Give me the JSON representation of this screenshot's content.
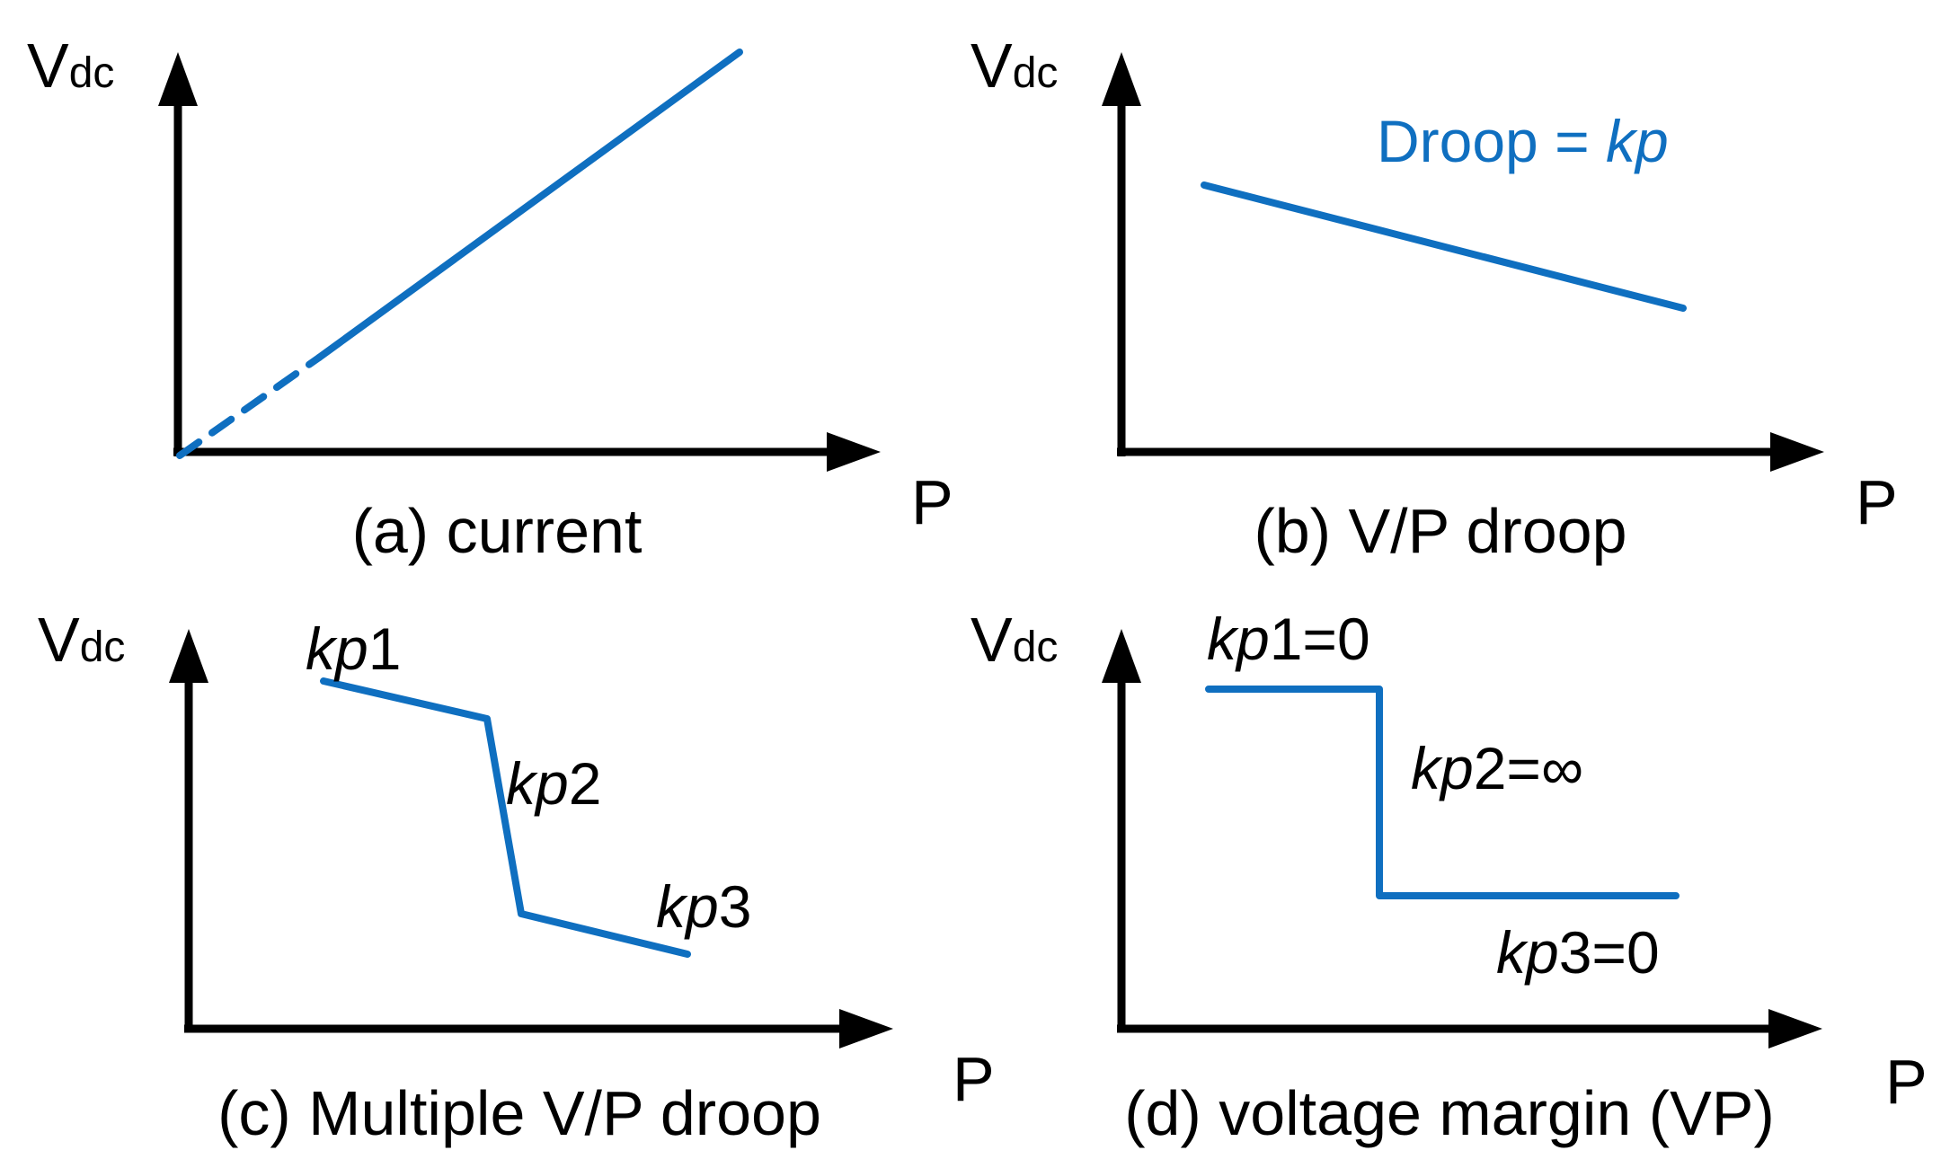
{
  "panels": {
    "a": {
      "y_axis_main": "V",
      "y_axis_sub": "dc",
      "x_axis": "P",
      "caption": "(a) current"
    },
    "b": {
      "y_axis_main": "V",
      "y_axis_sub": "dc",
      "x_axis": "P",
      "caption": "(b) V/P droop",
      "annotation_prefix": "Droop = ",
      "annotation_var": "kp"
    },
    "c": {
      "y_axis_main": "V",
      "y_axis_sub": "dc",
      "x_axis": "P",
      "caption": "(c) Multiple V/P droop",
      "labels": [
        {
          "var": "kp",
          "suffix": "1"
        },
        {
          "var": "kp",
          "suffix": "2"
        },
        {
          "var": "kp",
          "suffix": "3"
        }
      ]
    },
    "d": {
      "y_axis_main": "V",
      "y_axis_sub": "dc",
      "x_axis": "P",
      "caption": "(d) voltage margin (VP)",
      "labels": [
        {
          "var": "kp",
          "suffix": "1=0"
        },
        {
          "var": "kp",
          "suffix": "2=∞"
        },
        {
          "var": "kp",
          "suffix": "3=0"
        }
      ]
    }
  },
  "colors": {
    "curve": "#0f6fc0",
    "axis": "#000000"
  }
}
